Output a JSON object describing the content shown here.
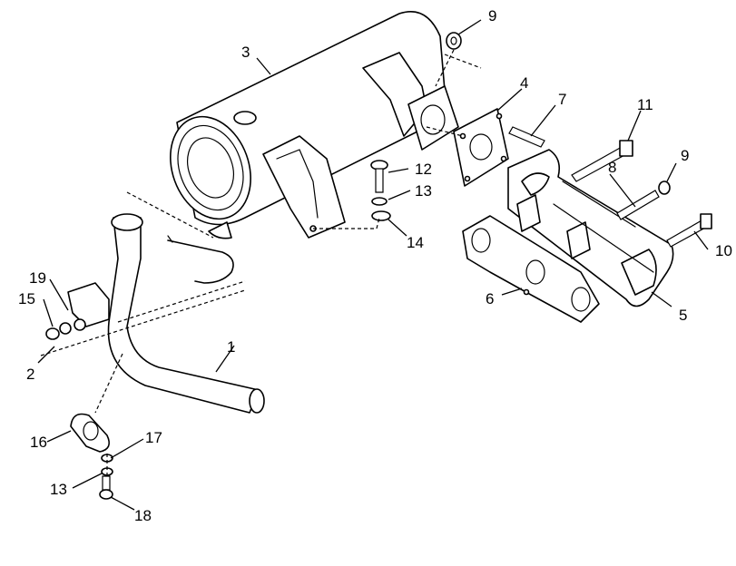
{
  "diagram": {
    "callouts": {
      "c1": "1",
      "c2": "2",
      "c3": "3",
      "c4": "4",
      "c5": "5",
      "c6": "6",
      "c7": "7",
      "c8": "8",
      "c9a": "9",
      "c9b": "9",
      "c10": "10",
      "c11": "11",
      "c12": "12",
      "c13a": "13",
      "c13b": "13",
      "c14": "14",
      "c15": "15",
      "c16": "16",
      "c17": "17",
      "c18": "18",
      "c19": "19"
    }
  }
}
